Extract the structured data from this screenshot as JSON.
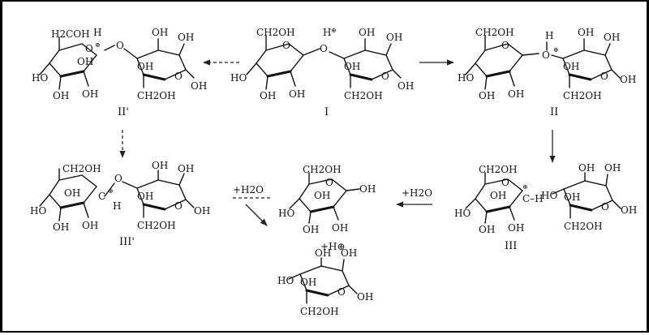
{
  "labels": {
    "I": "I",
    "II": "II",
    "II_prime": "II'",
    "III": "III",
    "III_prime": "III'"
  },
  "reagents": {
    "water_left": "+H2O",
    "water_right": "+H2O",
    "proton": "+H⊕"
  },
  "groups": {
    "oh": "OH",
    "ho": "HO",
    "ch2oh": "CH2OH",
    "h2coh": "H2COH",
    "o": "O",
    "h": "H",
    "plus": "⊕",
    "c_h": "C–H",
    "c": "C"
  },
  "colors": {
    "ink": "#111111",
    "frame": "#000000",
    "background": "#ffffff"
  }
}
